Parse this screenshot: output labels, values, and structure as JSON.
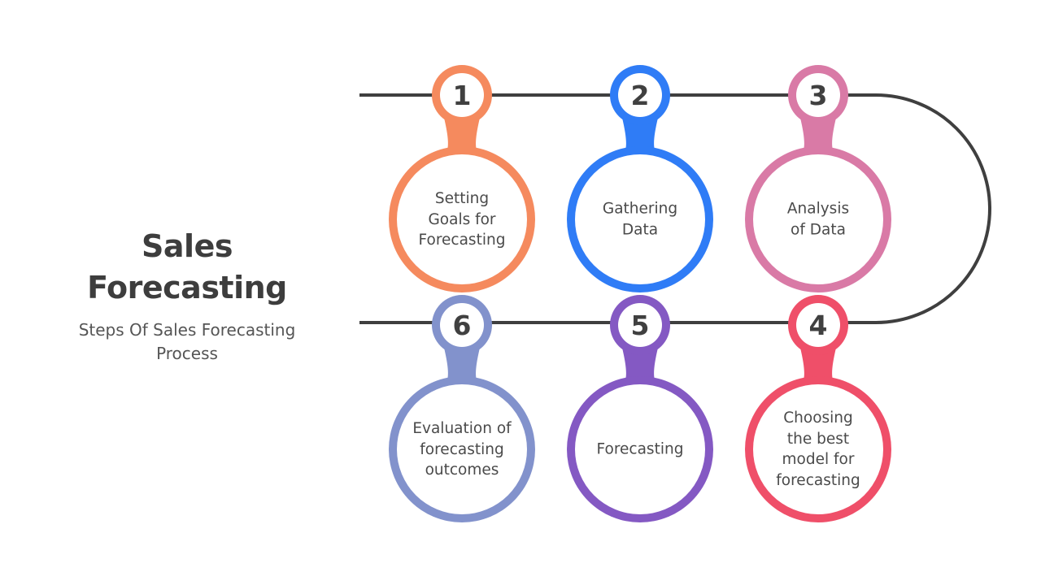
{
  "header": {
    "title": "Sales Forecasting",
    "subtitle": "Steps Of Sales Forecasting Process"
  },
  "steps": [
    {
      "number": "1",
      "label": "Setting\nGoals for\nForecasting",
      "color": "#F58A5E"
    },
    {
      "number": "2",
      "label": "Gathering\nData",
      "color": "#2F7CF6"
    },
    {
      "number": "3",
      "label": "Analysis\nof Data",
      "color": "#D97AA6"
    },
    {
      "number": "4",
      "label": "Choosing\nthe best\nmodel for\nforecasting",
      "color": "#EF4F69"
    },
    {
      "number": "5",
      "label": "Forecasting",
      "color": "#8459C3"
    },
    {
      "number": "6",
      "label": "Evaluation of\nforecasting\noutcomes",
      "color": "#8292CC"
    }
  ],
  "colors": {
    "track": "#3f3f3f",
    "text": "#404040"
  }
}
